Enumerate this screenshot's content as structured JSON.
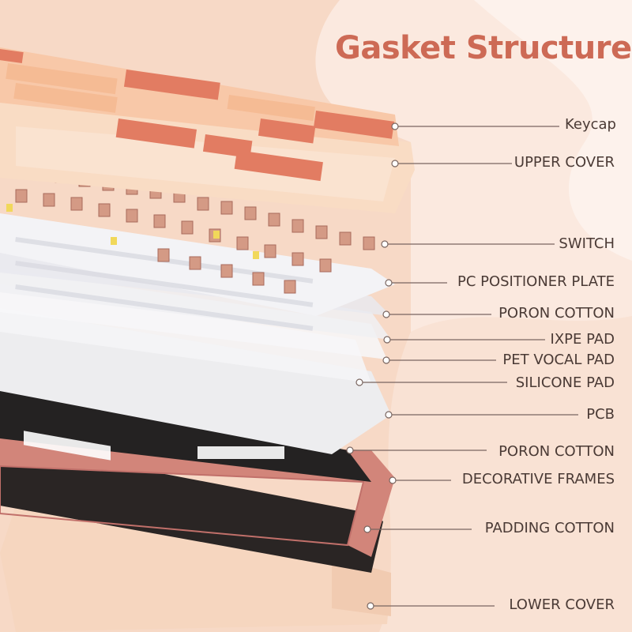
{
  "title": "Gasket Structure",
  "layers": [
    {
      "label": "Keycap"
    },
    {
      "label": "UPPER COVER"
    },
    {
      "label": "SWITCH"
    },
    {
      "label": "PC POSITIONER PLATE"
    },
    {
      "label": "PORON COTTON"
    },
    {
      "label": "IXPE PAD"
    },
    {
      "label": "PET VOCAL PAD"
    },
    {
      "label": "SILICONE PAD"
    },
    {
      "label": "PCB"
    },
    {
      "label": "PORON COTTON"
    },
    {
      "label": "DECORATIVE FRAMES"
    },
    {
      "label": "PADDING COTTON"
    },
    {
      "label": "LOWER COVER"
    }
  ],
  "colors": {
    "background": "#fbe9df",
    "title": "#cd6a55",
    "label_text": "#4a3a35",
    "leader_line": "#7a6660",
    "keycap_coral": "#e27c62",
    "keycap_peach": "#f8c8a8",
    "cover_cream": "#f9dcc4",
    "plate_white": "#f2f2f4",
    "pcb_black": "#242222",
    "frame_rose": "#d2857a"
  }
}
